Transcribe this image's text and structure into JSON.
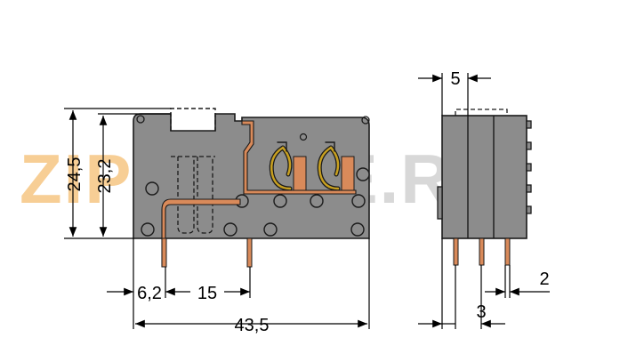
{
  "watermark": {
    "text": "ZIPSTORE.RU",
    "color_zip": "#f7c98a",
    "color_rest": "#d4d4d4"
  },
  "dimensions": {
    "height_total": "24,5",
    "height_body": "23,2",
    "pin_offset": "6,2",
    "pin_pitch": "15",
    "overall_length": "43,5",
    "module_width": "5",
    "side_pitch": "3",
    "pin_width": "2"
  },
  "colors": {
    "housing": "#8c8c8c",
    "outline": "#1a1a1a",
    "copper": "#d98a5a",
    "spring": "#c8a020",
    "dim_line": "#000000"
  }
}
